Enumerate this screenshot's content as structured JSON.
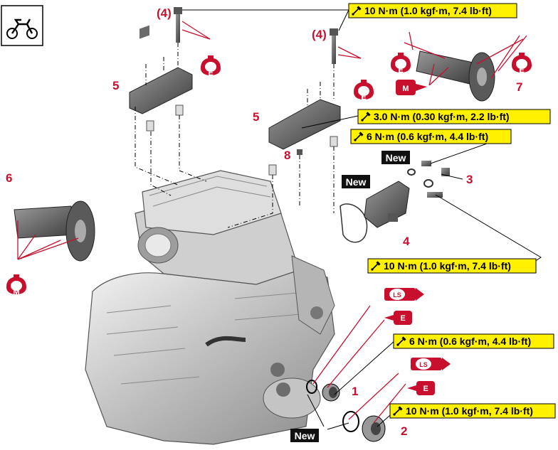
{
  "diagram": {
    "title": "Engine camshaft and cylinder head assembly exploded view",
    "vehicle_icon": "motorcycle-icon",
    "torque_specs": [
      "10 N·m (1.0 kgf·m, 7.4 lb·ft)",
      "3.0 N·m (0.30 kgf·m, 2.2 lb·ft)",
      "6 N·m (0.6 kgf·m, 4.4 lb·ft)",
      "10 N·m (1.0 kgf·m, 7.4 lb·ft)",
      "6 N·m (0.6 kgf·m, 4.4 lb·ft)",
      "10 N·m (1.0 kgf·m, 7.4 lb·ft)"
    ],
    "new_labels": [
      "New",
      "New",
      "New"
    ],
    "part_labels": [
      "(4)",
      "(4)",
      "5",
      "5",
      "6",
      "7",
      "8",
      "3",
      "4",
      "1",
      "2"
    ],
    "lube_labels": [
      "E",
      "E",
      "E",
      "E",
      "M",
      "M",
      "E",
      "E",
      "LS",
      "LS"
    ]
  }
}
